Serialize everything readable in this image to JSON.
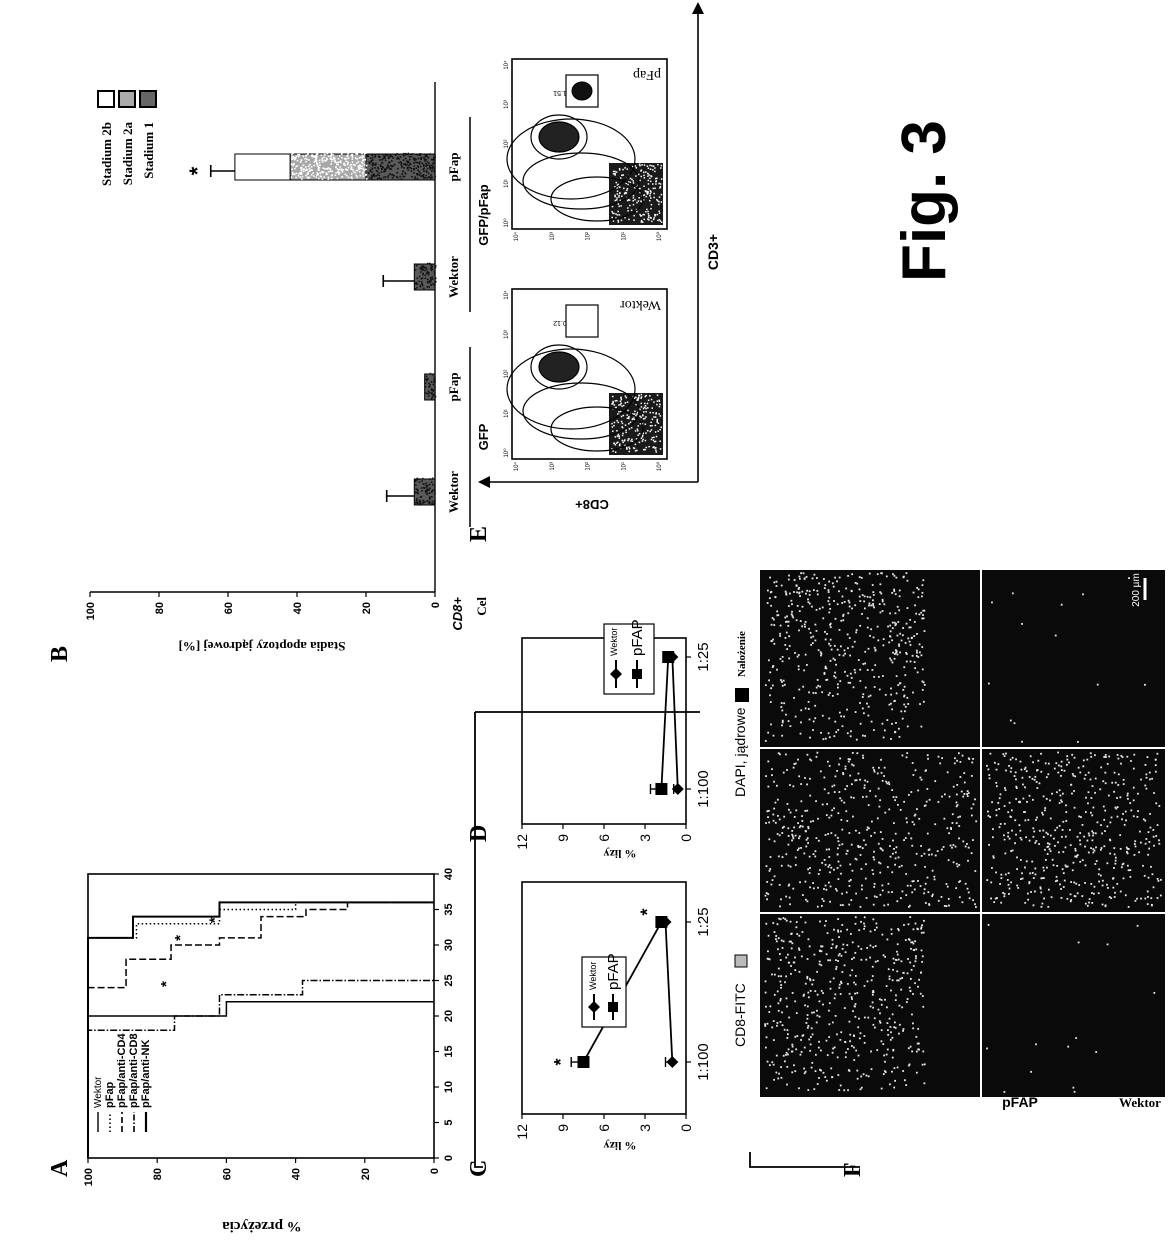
{
  "figure": {
    "title": "Fig. 3",
    "panel_letters": [
      "A",
      "B",
      "C",
      "D",
      "E",
      "F"
    ]
  },
  "panel_a": {
    "ylabel": "% przeżycia",
    "legend": [
      "Wektor",
      "pFap",
      "pFap/anti-CD4",
      "pFap/anti-CD8",
      "pFap/anti-NK"
    ],
    "star": "*"
  },
  "panel_b": {
    "ylabel": "Stadia apoptozy jądrowej [%]",
    "row_labels": [
      "CD8+",
      "Cel"
    ],
    "legend": [
      "Stadium 2b",
      "Stadium 2a",
      "Stadium 1"
    ],
    "bar_labels": [
      "Wektor",
      "pFap",
      "Wektor",
      "pFap"
    ],
    "group_labels": [
      "GFP",
      "GFP/pFap"
    ],
    "star": "*"
  },
  "panel_c": {
    "ylabel": "% lizy",
    "legend": [
      "Wektor",
      "pFAP"
    ],
    "star": "*"
  },
  "panel_d": {
    "ylabel": "% lizy",
    "legend": [
      "Wektor",
      "pFAP"
    ]
  },
  "panel_e": {
    "plots": [
      {
        "label": "Wektor",
        "gate": "0.12"
      },
      {
        "label": "pFap",
        "gate": "1.51"
      }
    ],
    "x_axis_label": "CD3+",
    "y_axis_label": "CD8+",
    "tick_labels": [
      "10⁰",
      "10¹",
      "10²",
      "10³",
      "10⁴"
    ]
  },
  "panel_f": {
    "column_labels": [
      "CD8-FITC",
      "DAPI, jądrowe",
      "Nałożenie"
    ],
    "row_labels": [
      "pFAP",
      "Wektor"
    ],
    "scale_bar": "200 µm"
  },
  "chart_data": [
    {
      "type": "line",
      "panel": "A",
      "xlabel": "",
      "ylabel": "% przeżycia",
      "xlim": [
        0,
        40
      ],
      "ylim": [
        0,
        100
      ],
      "xticks": [
        0,
        5,
        10,
        15,
        20,
        25,
        30,
        35,
        40
      ],
      "yticks": [
        0,
        20,
        40,
        60,
        80,
        100
      ],
      "legend_placement": "top-left",
      "series": [
        {
          "name": "Wektor",
          "style": "solid",
          "x": [
            0,
            17,
            20,
            22,
            22
          ],
          "y": [
            100,
            100,
            60,
            40,
            0
          ]
        },
        {
          "name": "pFap",
          "style": "dotted",
          "x": [
            0,
            18,
            31,
            33,
            35,
            36,
            36
          ],
          "y": [
            100,
            100,
            86,
            62,
            40,
            20,
            0
          ]
        },
        {
          "name": "pFap/anti-CD4",
          "style": "dashed",
          "x": [
            0,
            18,
            24,
            28,
            30,
            31,
            34,
            35,
            36,
            36
          ],
          "y": [
            100,
            100,
            89,
            76,
            62,
            50,
            37,
            25,
            12,
            0
          ]
        },
        {
          "name": "pFap/anti-CD8",
          "style": "dash-dot",
          "x": [
            0,
            17,
            18,
            20,
            23,
            25,
            25
          ],
          "y": [
            100,
            100,
            75,
            62,
            38,
            25,
            0
          ]
        },
        {
          "name": "pFap/anti-NK",
          "style": "solid",
          "x": [
            0,
            24,
            31,
            34,
            36,
            36
          ],
          "y": [
            100,
            100,
            87,
            62,
            25,
            0
          ]
        }
      ],
      "annotations": [
        {
          "text": "*",
          "x": 24.5,
          "y": 76
        },
        {
          "text": "*",
          "x": 31,
          "y": 72
        },
        {
          "text": "*",
          "x": 33.5,
          "y": 62
        }
      ]
    },
    {
      "type": "bar",
      "panel": "B",
      "stacked": true,
      "ylabel": "Stadia apoptozy jądrowej [%]",
      "ylim": [
        0,
        100
      ],
      "yticks": [
        0,
        20,
        40,
        60,
        80,
        100
      ],
      "categories": [
        "Wektor",
        "pFap",
        "Wektor",
        "pFap"
      ],
      "groups": [
        "GFP",
        "GFP",
        "GFP/pFap",
        "GFP/pFap"
      ],
      "series": [
        {
          "name": "Stadium 1",
          "values": [
            6,
            3,
            6,
            20
          ]
        },
        {
          "name": "Stadium 2a",
          "values": [
            0,
            0,
            0,
            22
          ]
        },
        {
          "name": "Stadium 2b",
          "values": [
            0,
            0,
            0,
            16
          ]
        }
      ],
      "errors": [
        8,
        0,
        9,
        7
      ],
      "annotations": [
        {
          "text": "*",
          "category_index": 3
        }
      ]
    },
    {
      "type": "line",
      "panel": "C",
      "ylabel": "% lizy",
      "categories": [
        "1:100",
        "1:25"
      ],
      "ylim": [
        0,
        12
      ],
      "yticks": [
        0,
        3,
        6,
        9,
        12
      ],
      "series": [
        {
          "name": "Wektor",
          "marker": "diamond",
          "values": [
            1.0,
            1.5
          ],
          "errors": [
            0.5,
            0.3
          ]
        },
        {
          "name": "pFAP",
          "marker": "square",
          "values": [
            7.5,
            1.8
          ],
          "errors": [
            0.9,
            0.3
          ]
        }
      ]
    },
    {
      "type": "line",
      "panel": "D",
      "ylabel": "% lizy",
      "categories": [
        "1:100",
        "1:25"
      ],
      "ylim": [
        0,
        12
      ],
      "yticks": [
        0,
        3,
        6,
        9,
        12
      ],
      "series": [
        {
          "name": "Wektor",
          "marker": "diamond",
          "values": [
            0.6,
            1.0
          ],
          "errors": [
            0.3,
            0.2
          ]
        },
        {
          "name": "pFAP",
          "marker": "square",
          "values": [
            1.8,
            1.3
          ],
          "errors": [
            0.8,
            0.2
          ]
        }
      ]
    }
  ]
}
